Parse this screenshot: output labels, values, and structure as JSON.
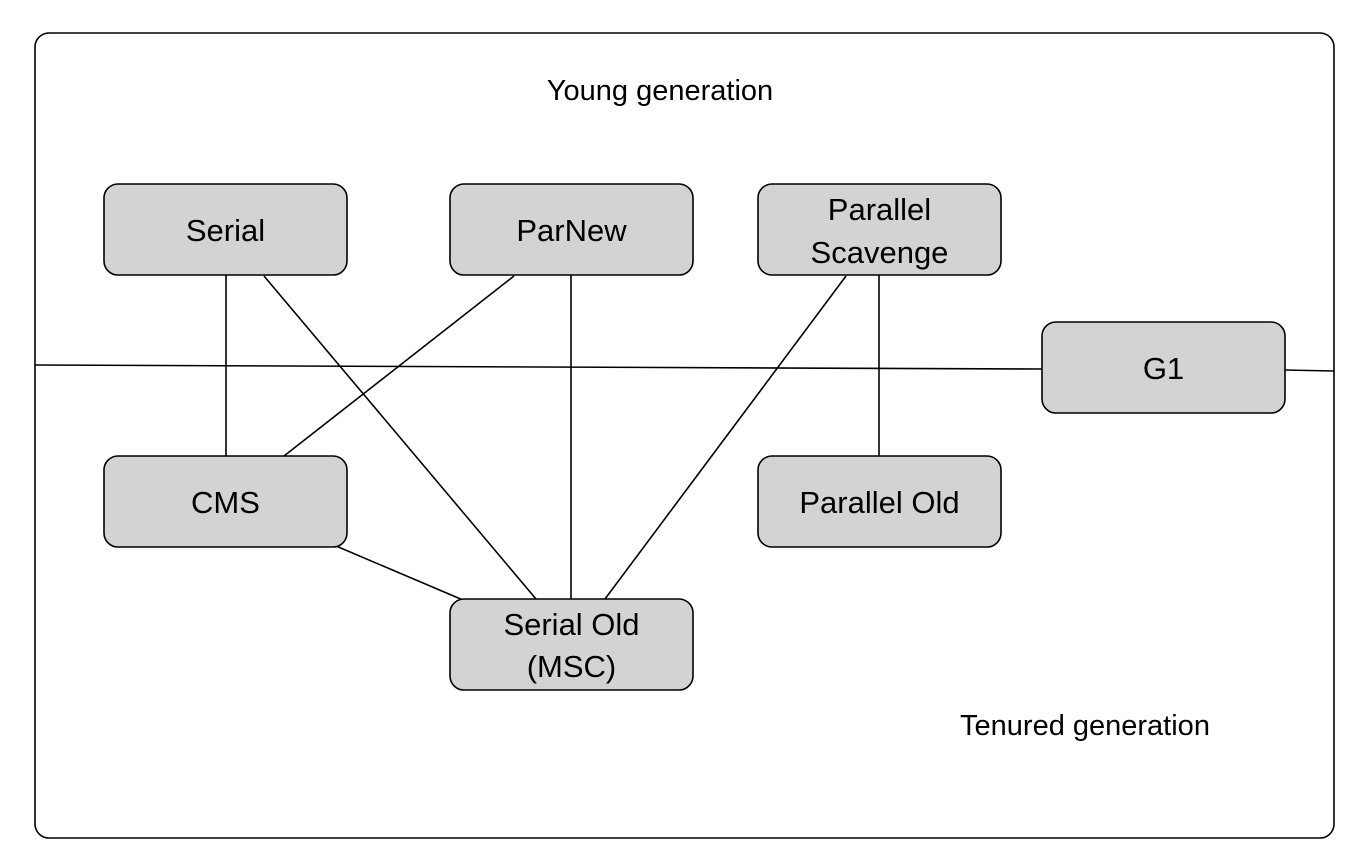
{
  "regions": {
    "young": "Young generation",
    "tenured": "Tenured generation"
  },
  "colors": {
    "node_fill": "#d3d3d3",
    "stroke": "#000000",
    "background": "#ffffff"
  },
  "nodes": {
    "serial": {
      "lines": [
        "Serial"
      ]
    },
    "parnew": {
      "lines": [
        "ParNew"
      ]
    },
    "parallel_scavenge": {
      "lines": [
        "Parallel",
        "Scavenge"
      ]
    },
    "g1": {
      "lines": [
        "G1"
      ]
    },
    "cms": {
      "lines": [
        "CMS"
      ]
    },
    "parallel_old": {
      "lines": [
        "Parallel Old"
      ]
    },
    "serial_old": {
      "lines": [
        "Serial Old",
        "(MSC)"
      ]
    }
  },
  "edges": [
    [
      "serial",
      "cms"
    ],
    [
      "serial",
      "serial_old"
    ],
    [
      "parnew",
      "cms"
    ],
    [
      "parnew",
      "serial_old"
    ],
    [
      "parallel_scavenge",
      "serial_old"
    ],
    [
      "parallel_scavenge",
      "parallel_old"
    ],
    [
      "cms",
      "serial_old"
    ]
  ]
}
